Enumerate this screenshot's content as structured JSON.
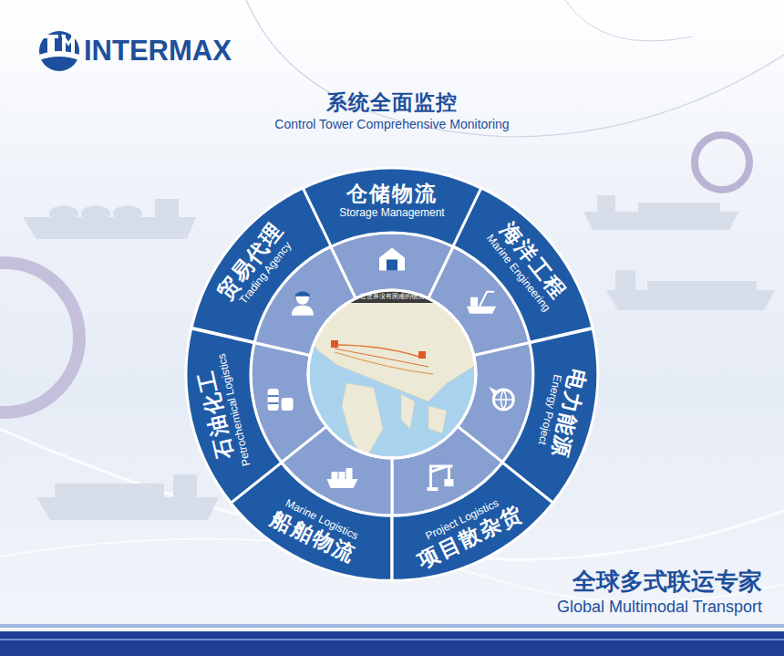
{
  "diagram": {
    "title": "系统全面监控",
    "nodes": [
      {
        "text": [
          "仓储物流",
          "Storage Management"
        ]
      },
      {
        "text": [
          "海洋工程",
          "Marine Engineering"
        ]
      },
      {
        "text": [
          "电力能源",
          "Energy Project"
        ]
      },
      {
        "text": [
          "项目散杂货",
          "Project Logistics"
        ]
      },
      {
        "text": [
          "船舶物流",
          "Marine Logistics"
        ]
      },
      {
        "text": [
          "石油化工",
          "Petrochemical Logistics"
        ]
      },
      {
        "text": [
          "贸易代理",
          "Trading Agency"
        ]
      }
    ],
    "labels": [
      "INTERMAX",
      "Control Tower Comprehensive Monitoring",
      "让世界没有困难的物流",
      "全球多式联运专家",
      "Global Multimodal Transport"
    ]
  }
}
